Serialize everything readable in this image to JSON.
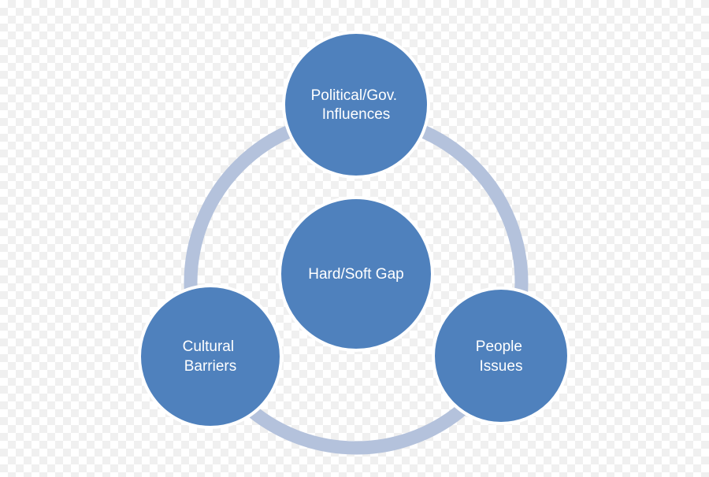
{
  "diagram": {
    "center": {
      "line1": "Hard/Soft Gap"
    },
    "top": {
      "line1": "Political/Gov.",
      "line2": "Influences"
    },
    "left": {
      "line1": "Cultural",
      "line2": "Barriers"
    },
    "right": {
      "line1": "People",
      "line2": "Issues"
    }
  },
  "colors": {
    "node_fill": "#4f81bd",
    "node_stroke": "#ffffff",
    "ring": "#b4c2dc",
    "text": "#ffffff"
  }
}
